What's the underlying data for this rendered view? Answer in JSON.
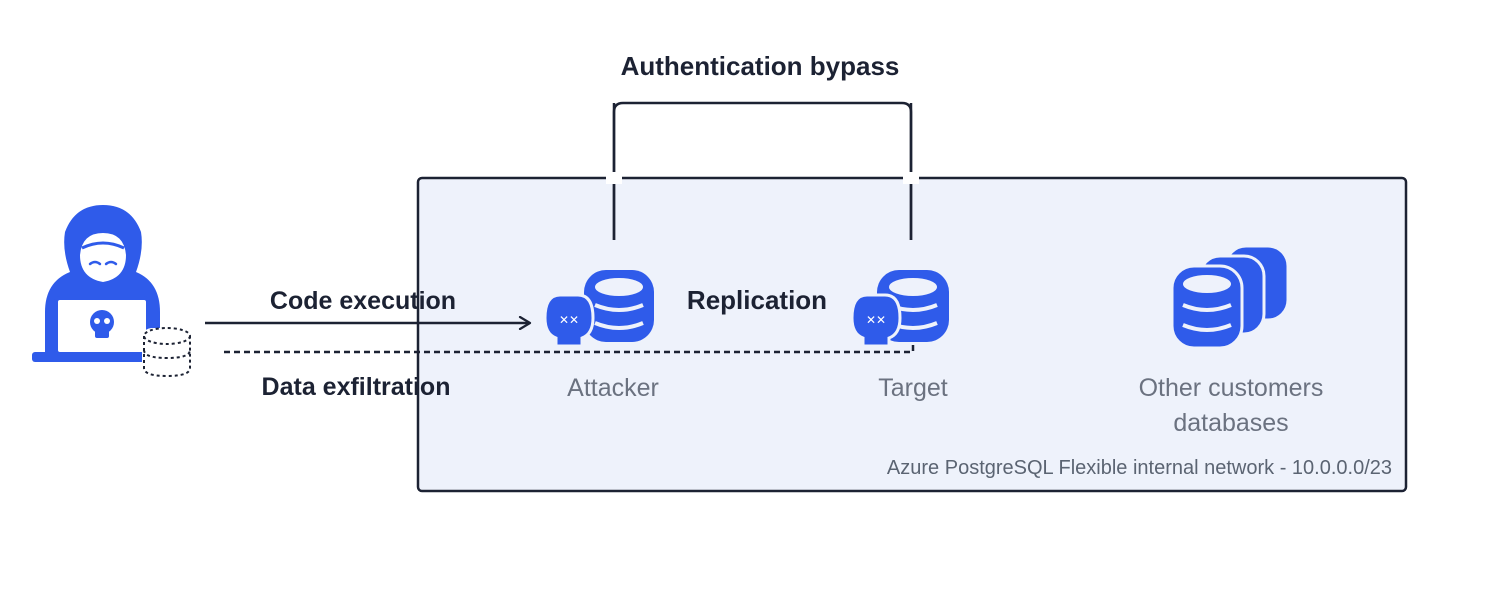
{
  "labels": {
    "auth_bypass": "Authentication bypass",
    "code_execution": "Code execution",
    "replication": "Replication",
    "data_exfiltration": "Data exfiltration"
  },
  "nodes": {
    "attacker": "Attacker",
    "target": "Target",
    "others_line1": "Other customers",
    "others_line2": "databases"
  },
  "network": {
    "label": "Azure PostgreSQL Flexible internal network - 10.0.0.0/23"
  },
  "icons": {
    "hacker": "hooded-hacker-laptop-icon",
    "stolen_db": "dashed-database-icon",
    "attacker_db": "skull-database-icon",
    "target_db": "skull-database-icon",
    "others_db": "stacked-database-icon"
  },
  "colors": {
    "accent": "#2f5bea",
    "region_fill": "#eef2fb",
    "region_stroke": "#1c2233",
    "text_dark": "#1c2233",
    "text_muted": "#6b7280"
  }
}
